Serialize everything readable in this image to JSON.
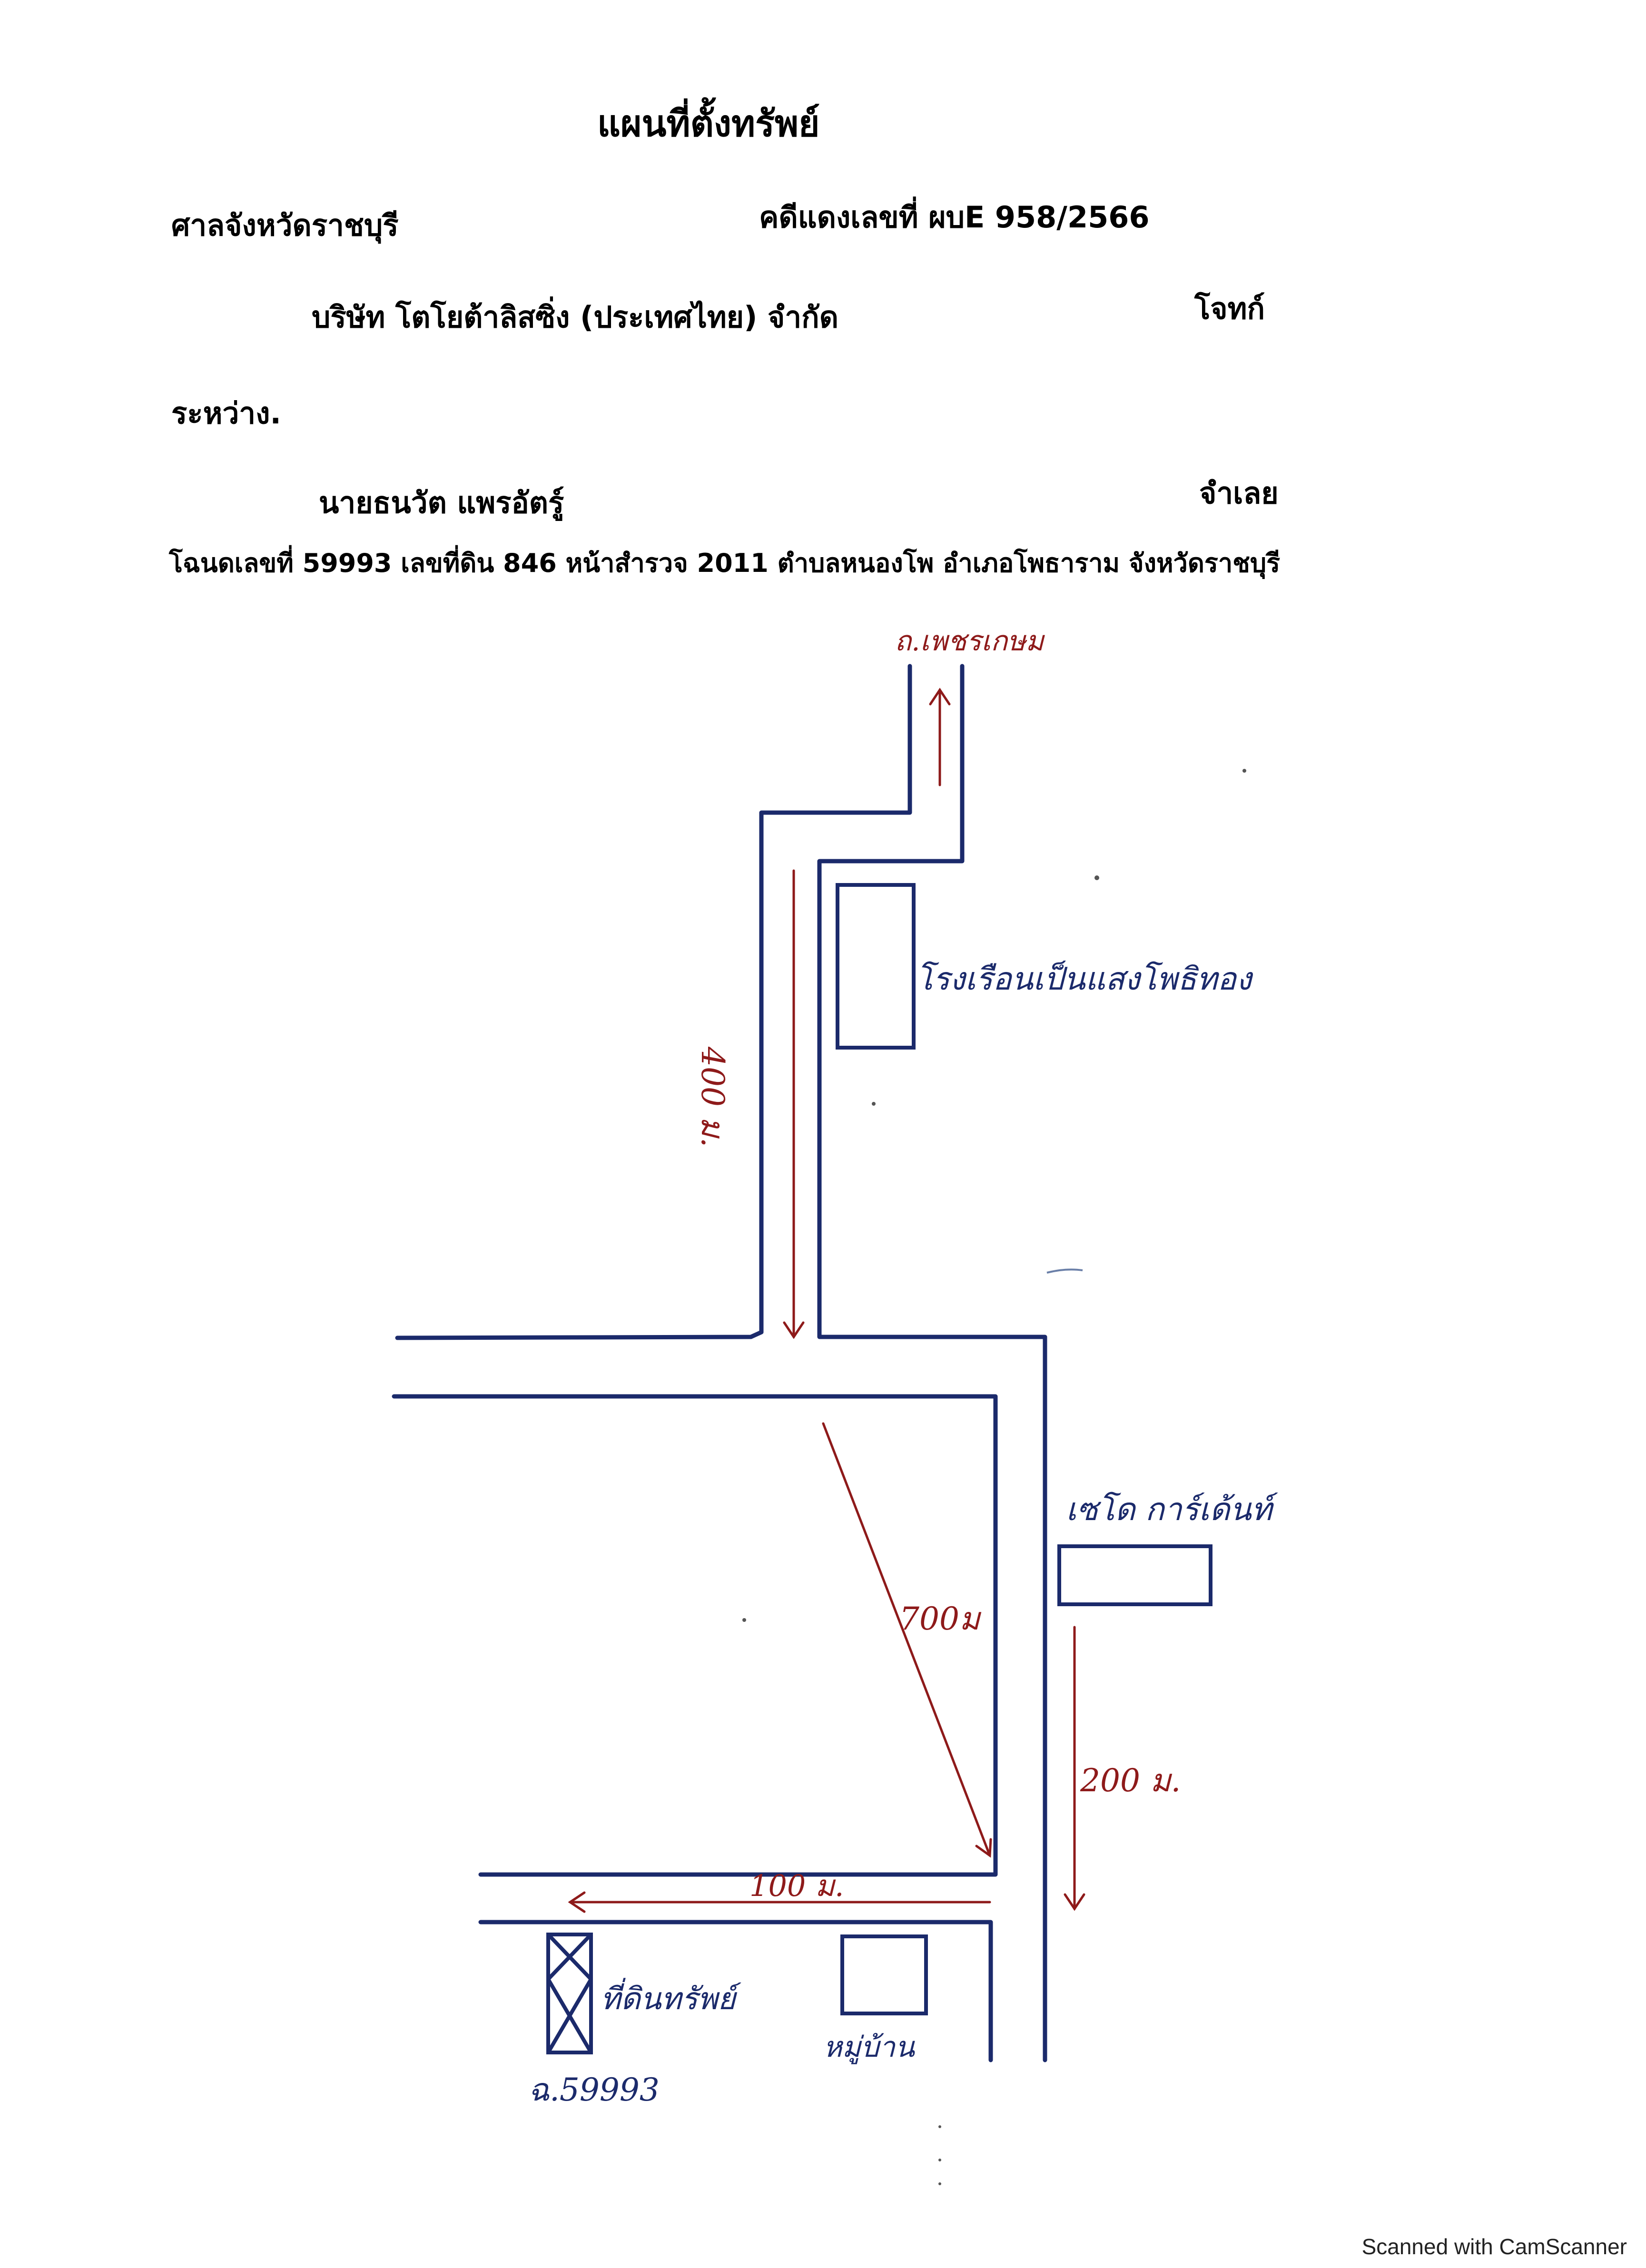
{
  "header": {
    "title": "แผนที่ตั้งทรัพย์",
    "court": "ศาลจังหวัดราชบุรี",
    "case_no": "คดีแดงเลขที่ ผบE 958/2566",
    "plaintiff_name": "บริษัท โตโยต้าลิสซิ่ง (ประเทศไทย) จำกัด",
    "plaintiff_role": "โจทก์",
    "between": "ระหว่าง.",
    "defendant_name": "นายธนวัต แพรอัตรู์",
    "defendant_role": "จำเลย",
    "deed_line": "โฉนดเลขที่ 59993   เลขที่ดิน 846  หน้าสำรวจ 2011  ตำบลหนองโพ  อำเภอโพธาราม  จังหวัดราชบุรี"
  },
  "map": {
    "road_label": "ถ.เพชรเกษม",
    "label_factory": "โรงเรือนเป็นแสงโพธิทอง",
    "label_garden": "เซโด การ์เด้นท์",
    "label_property": "ที่ดินทรัพย์",
    "label_village": "หมู่บ้าน",
    "label_deed": "ฉ.59993",
    "dist_400": "400 ม.",
    "dist_700": "700ม",
    "dist_200": "200 ม.",
    "dist_100": "100 ม.",
    "colors": {
      "road": "#1b2a6b",
      "distance": "#8e1a1a"
    }
  },
  "footer": "Scanned with CamScanner"
}
